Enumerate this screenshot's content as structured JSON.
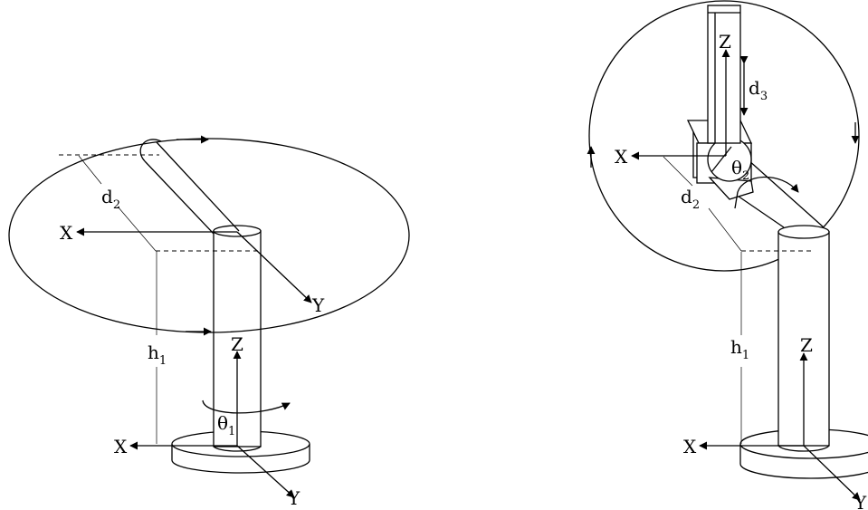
{
  "left_figure": {
    "labels": {
      "x_top": "X",
      "y_top": "Y",
      "z": "Z",
      "x_bottom": "X",
      "y_bottom": "Y",
      "d": "d",
      "d_sub": "2",
      "h": "h",
      "h_sub": "1",
      "theta": "θ",
      "theta_sub": "1"
    }
  },
  "right_figure": {
    "labels": {
      "z_top": "Z",
      "x_top": "X",
      "z_base": "Z",
      "x_bottom": "X",
      "y_bottom": "Y",
      "d3": "d",
      "d3_sub": "3",
      "d2": "d",
      "d2_sub": "2",
      "h": "h",
      "h_sub": "1",
      "theta": "θ",
      "theta_sub": "2"
    }
  }
}
